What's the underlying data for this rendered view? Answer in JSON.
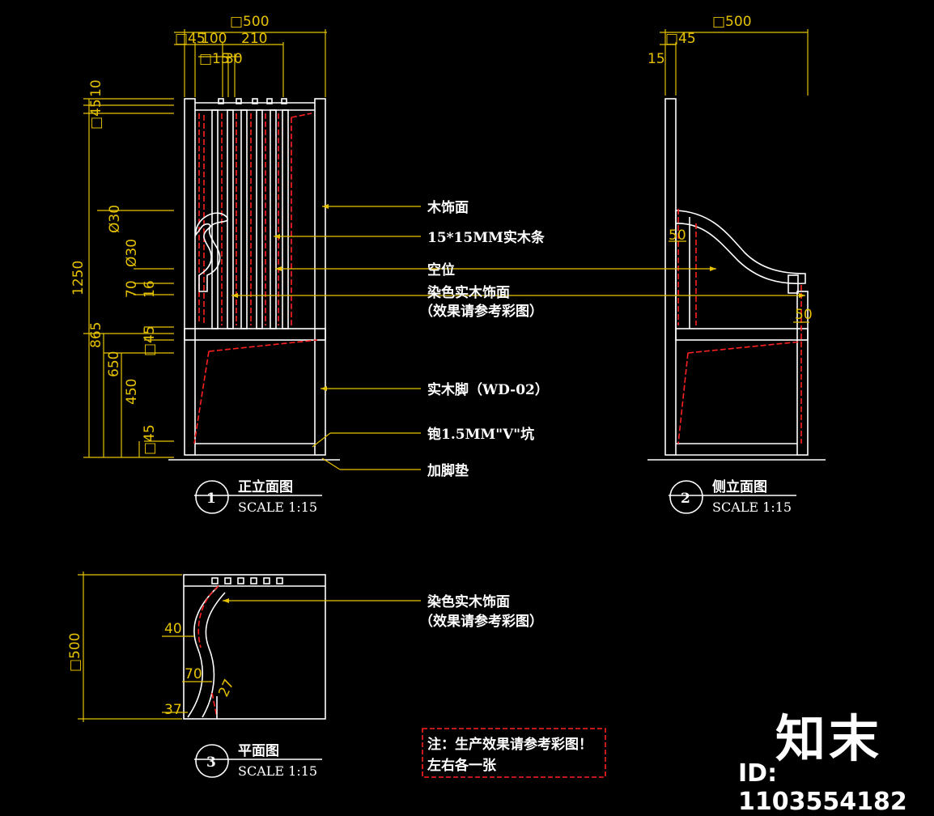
{
  "drawings": {
    "front": {
      "number": "1",
      "title": "正立面图",
      "scale": "SCALE 1:15"
    },
    "side": {
      "number": "2",
      "title": "侧立面图",
      "scale": "SCALE 1:15"
    },
    "plan": {
      "number": "3",
      "title": "平面图",
      "scale": "SCALE 1:15"
    }
  },
  "dimensions": {
    "front_top": [
      "□500",
      "□45",
      "100",
      "210",
      "□15",
      "30"
    ],
    "front_left": [
      "□45",
      "10",
      "1250",
      "865",
      "650",
      "450",
      "Ø30",
      "Ø30",
      "70",
      "16",
      "□45",
      "□45"
    ],
    "side": [
      "□500",
      "□45",
      "15",
      "50",
      "50"
    ],
    "plan": [
      "□500",
      "40",
      "70",
      "37",
      "27"
    ]
  },
  "callouts": [
    "木饰面",
    "15*15MM实木条",
    "空位",
    "染色实木饰面",
    "（效果请参考彩图）",
    "实木脚（WD-02）",
    "铇1.5MM\"V\"坑",
    "加脚垫"
  ],
  "plan_callout": [
    "染色实木饰面",
    "（效果请参考彩图）"
  ],
  "note": {
    "line1": "注：生产效果请参考彩图！",
    "line2": "左右各一张"
  },
  "watermark": {
    "logo": "知末",
    "id": "ID: 1103554182"
  },
  "colors": {
    "background": "#000000",
    "outline": "#ffffff",
    "dimension": "#e6c200",
    "hidden": "#ff2020"
  }
}
